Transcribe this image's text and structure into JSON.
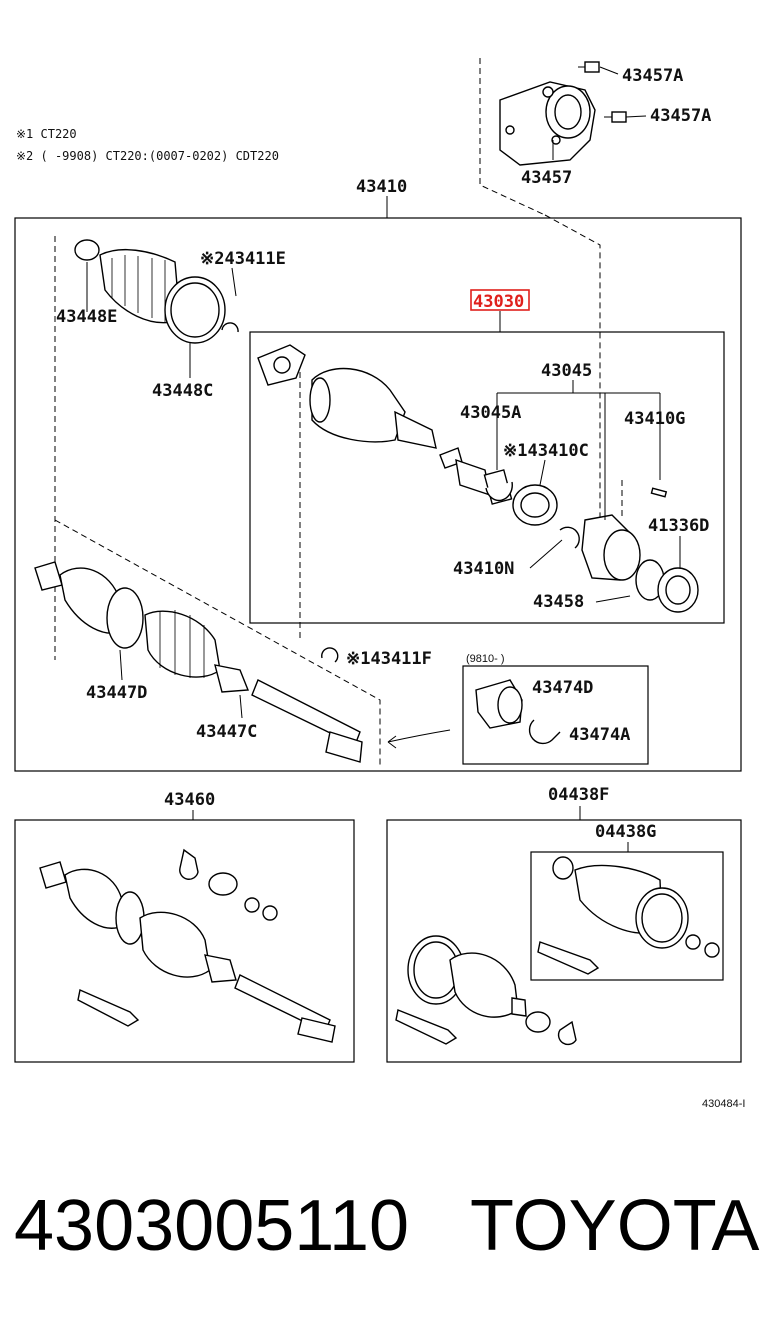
{
  "notes": {
    "note1": "※1 CT220",
    "note2": "※2 (    -9908) CT220:(0007-0202) CDT220"
  },
  "labels": {
    "l43457A_1": "43457A",
    "l43457A_2": "43457A",
    "l43457": "43457",
    "l43410": "43410",
    "l43411E": "※243411E",
    "l43448E": "43448E",
    "l43448C": "43448C",
    "l43030": "43030",
    "l43045": "43045",
    "l43045A": "43045A",
    "l43410G": "43410G",
    "l43410C": "※143410C",
    "l41336D": "41336D",
    "l43410N": "43410N",
    "l43458": "43458",
    "l43447D": "43447D",
    "l43447C": "43447C",
    "l43411F": "※143411F",
    "l9810": "(9810-     )",
    "l43474D": "43474D",
    "l43474A": "43474A",
    "l43460": "43460",
    "l04438F": "04438F",
    "l04438G": "04438G"
  },
  "diagram_code": "430484-I",
  "highlight_color": "#e0201c",
  "footer": {
    "part_number": "4303005110",
    "brand": "TOYOTA"
  }
}
